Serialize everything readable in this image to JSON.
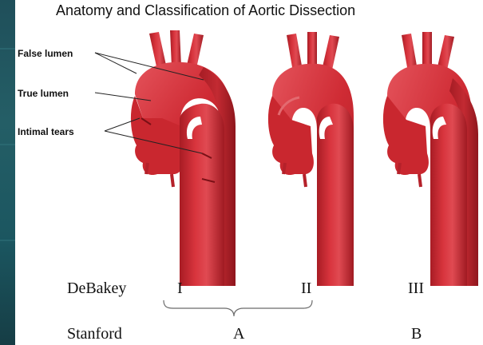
{
  "title": "Anatomy and Classification of Aortic Dissection",
  "labels": {
    "false_lumen": "False lumen",
    "true_lumen": "True lumen",
    "intimal_tears": "Intimal tears"
  },
  "classification": {
    "debakey_label": "DeBakey",
    "stanford_label": "Stanford",
    "debakey_types": [
      "I",
      "II",
      "III"
    ],
    "stanford_types": [
      "A",
      "B"
    ]
  },
  "colors": {
    "aorta_base": "#c8252e",
    "aorta_dark": "#9e1b22",
    "aorta_light": "#e35058",
    "false_lumen_fill": "#b41f28",
    "sidebar": "#245e66"
  }
}
